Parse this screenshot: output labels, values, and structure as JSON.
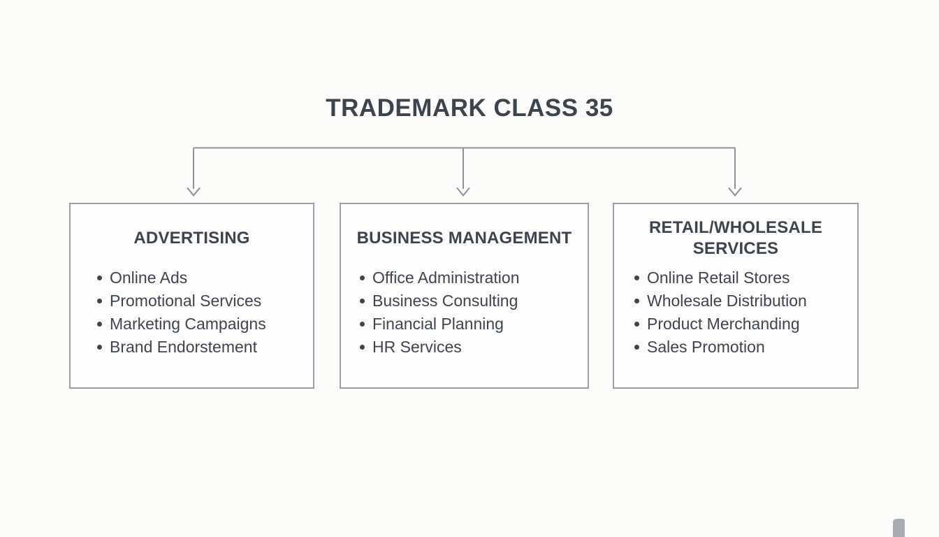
{
  "title": "TRADEMARK CLASS 35",
  "boxes": [
    {
      "heading": "ADVERTISING",
      "items": [
        "Online Ads",
        "Promotional Services",
        "Marketing Campaigns",
        "Brand Endorstement"
      ]
    },
    {
      "heading": "BUSINESS MANAGEMENT",
      "items": [
        "Office Administration",
        "Business Consulting",
        "Financial Planning",
        "HR Services"
      ]
    },
    {
      "heading": "RETAIL/WHOLESALE SERVICES",
      "items": [
        "Online Retail Stores",
        "Wholesale Distribution",
        "Product Merchanding",
        "Sales Promotion"
      ]
    }
  ],
  "colors": {
    "background": "#fcfcfb",
    "text": "#3e444e",
    "box_border": "#9aa0a9",
    "box_background": "#fefefe",
    "connector": "#8b929c",
    "corner_mark": "#a9adb2"
  }
}
